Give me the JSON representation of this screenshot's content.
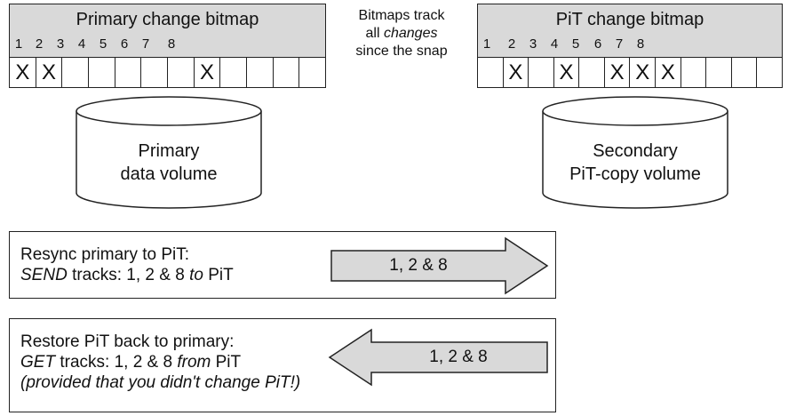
{
  "primary_bitmap": {
    "title": "Primary change bitmap",
    "numbers": [
      "1",
      "2",
      "3",
      "4",
      "5",
      "6",
      "7",
      "8"
    ],
    "cells": [
      "X",
      "X",
      "",
      "",
      "",
      "",
      "",
      "X",
      "",
      "",
      "",
      ""
    ]
  },
  "note": {
    "line1": "Bitmaps track",
    "line2_a": "all ",
    "line2_b": "changes",
    "line3": "since the snap"
  },
  "pit_bitmap": {
    "title": "PiT change bitmap",
    "numbers": [
      "1",
      "2",
      "3",
      "4",
      "5",
      "6",
      "7",
      "8"
    ],
    "cells": [
      "",
      "X",
      "",
      "X",
      "",
      "X",
      "X",
      "X",
      "",
      "",
      "",
      ""
    ]
  },
  "primary_volume": {
    "line1": "Primary",
    "line2": "data volume"
  },
  "secondary_volume": {
    "line1": "Secondary",
    "line2": "PiT-copy volume"
  },
  "resync": {
    "line1": "Resync primary to PiT:",
    "line2_a": "SEND",
    "line2_b": " tracks: 1, 2 & 8 ",
    "line2_c": "to",
    "line2_d": " PiT",
    "arrow_label": "1, 2 & 8"
  },
  "restore": {
    "line1": "Restore PiT back to primary:",
    "line2_a": "GET",
    "line2_b": " tracks: 1, 2 & 8 ",
    "line2_c": "from",
    "line2_d": " PiT",
    "line3": "(provided that you didn't change PiT!)",
    "arrow_label": "1, 2 & 8"
  }
}
